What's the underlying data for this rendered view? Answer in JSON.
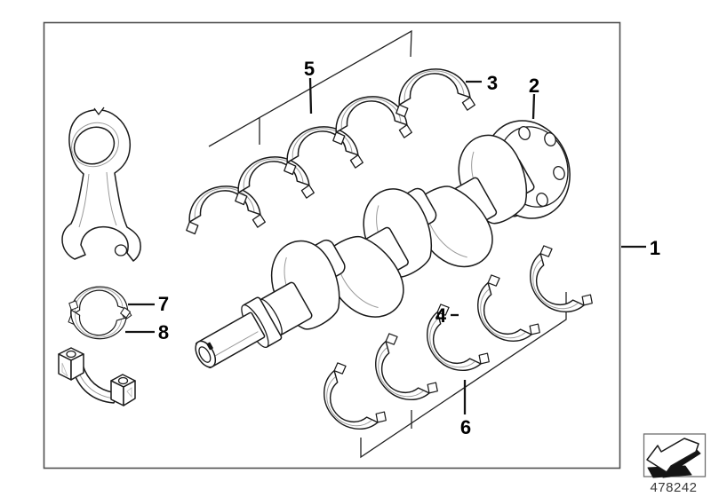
{
  "figure": {
    "callout_labels": [
      "1",
      "2",
      "3",
      "4",
      "5",
      "6",
      "7",
      "8"
    ],
    "part_number": "478242",
    "footer_icon": "direction-arrow-icon"
  },
  "style": {
    "background": "#ffffff",
    "line_color": "#1a1a1a",
    "frame_color": "#4f4f4f",
    "callout_text_color": "#000000",
    "part_number_color": "#3a3a3a"
  }
}
